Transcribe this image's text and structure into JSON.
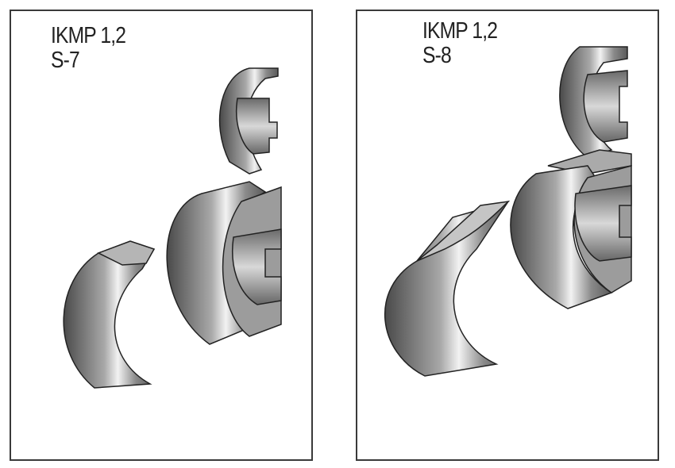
{
  "panels": [
    {
      "title": "IKMP 1,2",
      "code": "S-7"
    },
    {
      "title": "IKMP 1,2",
      "code": "S-8"
    }
  ],
  "colors": {
    "metal_dark": "#555555",
    "metal_mid": "#9a9a9a",
    "metal_light": "#eeeeee",
    "border": "#3a3a3a"
  }
}
